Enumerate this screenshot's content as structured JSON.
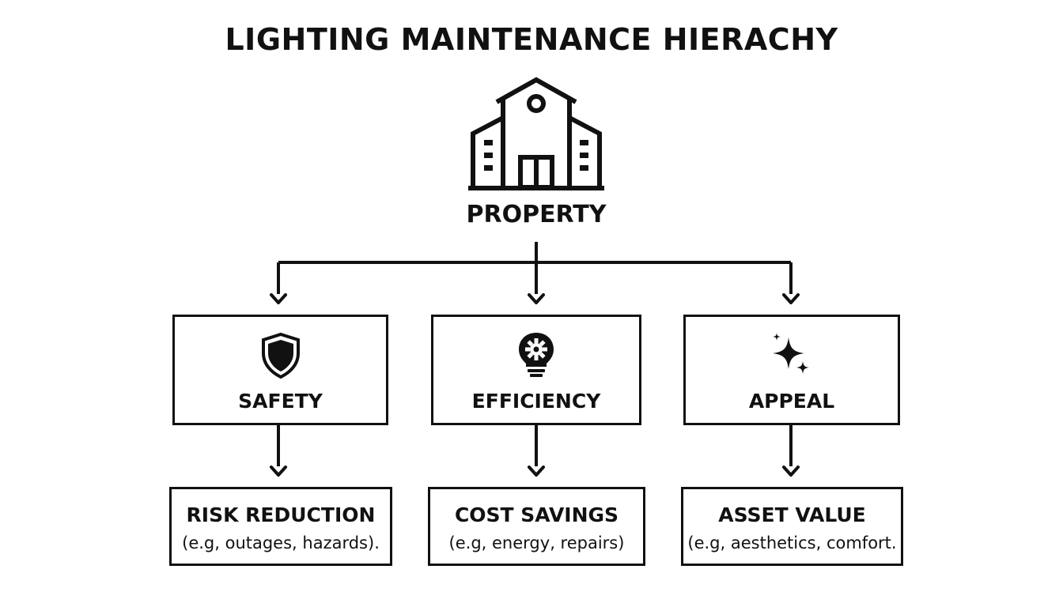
{
  "title": "LIGHTING MAINTENANCE HIERACHY",
  "root": {
    "label": "PROPERTY",
    "icon": "building-icon"
  },
  "categories": [
    {
      "label": "SAFETY",
      "icon": "shield-icon"
    },
    {
      "label": "EFFICIENCY",
      "icon": "lightbulb-gear-icon"
    },
    {
      "label": "APPEAL",
      "icon": "sparkles-icon"
    }
  ],
  "outcomes": [
    {
      "title": "RISK REDUCTION",
      "subtitle": "(e.g, outages, hazards)."
    },
    {
      "title": "COST SAVINGS",
      "subtitle": "(e.g, energy, repairs)"
    },
    {
      "title": "ASSET VALUE",
      "subtitle": "(e.g, aesthetics, comfort."
    }
  ],
  "colors": {
    "stroke": "#111111",
    "background": "#ffffff"
  }
}
